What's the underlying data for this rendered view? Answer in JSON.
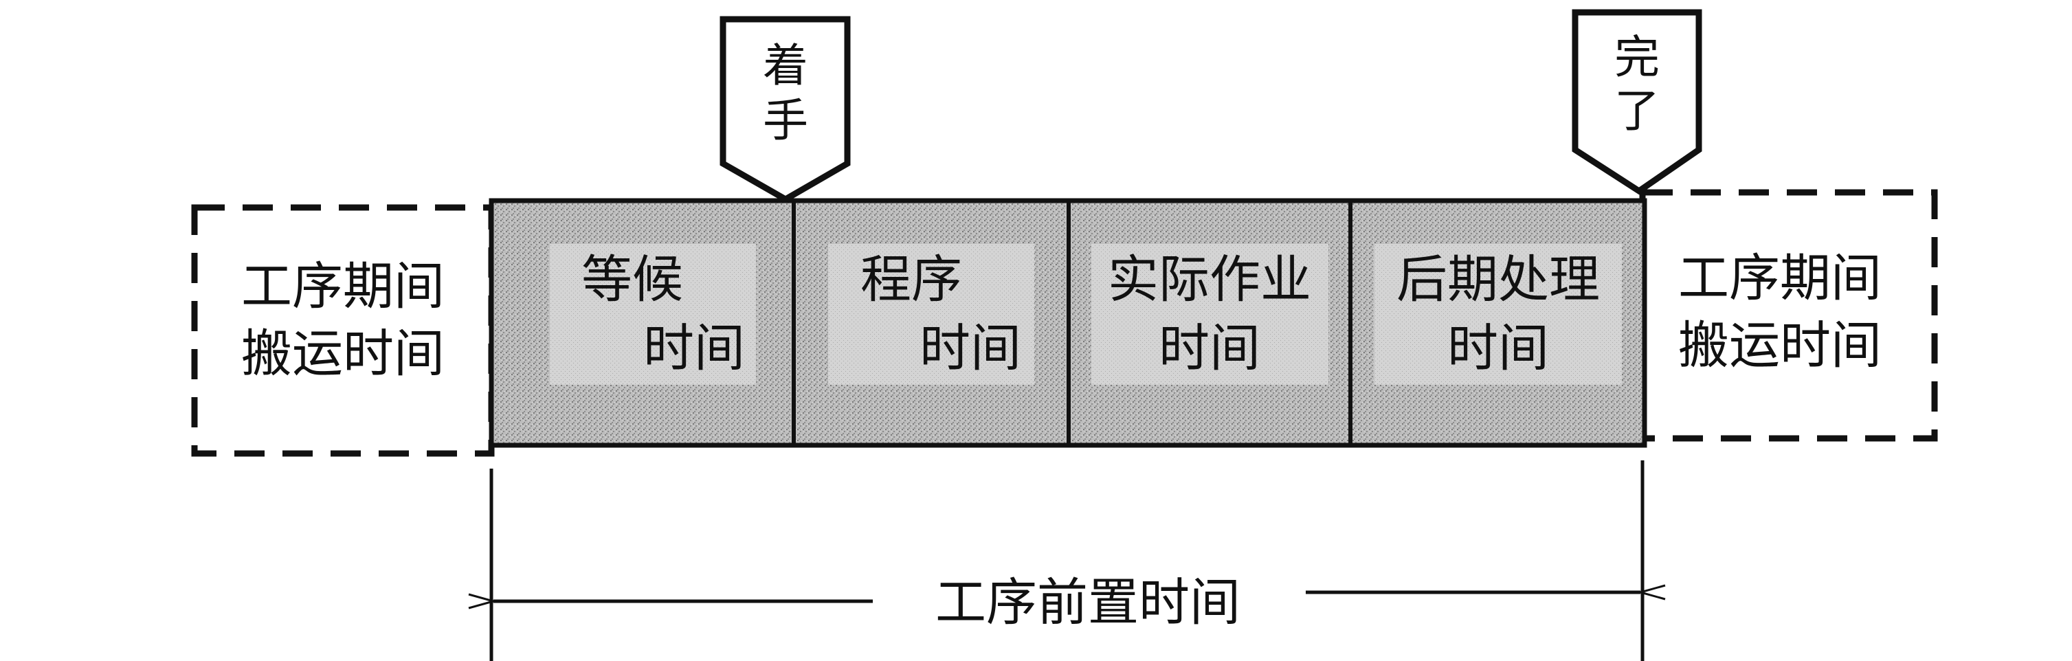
{
  "colors": {
    "stroke": "#111111",
    "background": "#ffffff",
    "stage_fill": "#b9b9b9",
    "label_pad": "#d2d2d2"
  },
  "markers": {
    "start": {
      "line1": "着",
      "line2": "手"
    },
    "end": {
      "line1": "完",
      "line2": "了"
    }
  },
  "transport_left": {
    "line1": "工序期间",
    "line2": "搬运时间"
  },
  "transport_right": {
    "line1": "工序期间",
    "line2": "搬运时间"
  },
  "stages": [
    {
      "line1": "等候",
      "line2": "时间"
    },
    {
      "line1": "程序",
      "line2": "时间"
    },
    {
      "line1": "实际作业",
      "line2": "时间"
    },
    {
      "line1": "后期处理",
      "line2": "时间"
    }
  ],
  "lead_time_label": "工序前置时间"
}
